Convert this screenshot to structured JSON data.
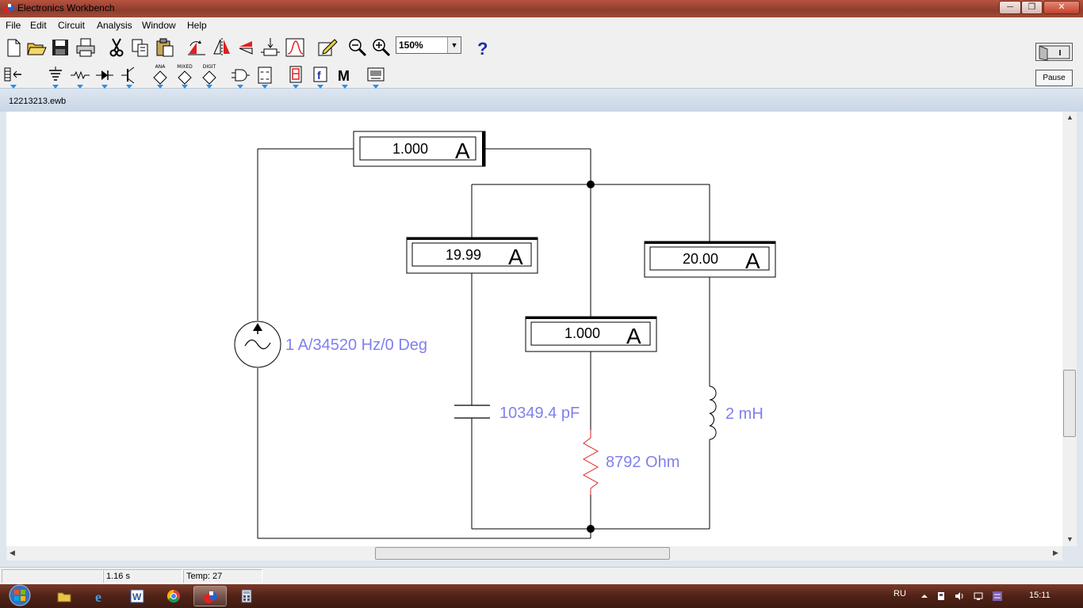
{
  "window": {
    "title": "Electronics Workbench"
  },
  "menu": [
    "File",
    "Edit",
    "Circuit",
    "Analysis",
    "Window",
    "Help"
  ],
  "toolbar": {
    "zoom_value": "150%",
    "help_label": "?",
    "pause_label": "Pause",
    "bin_labels": {
      "analog": "ANA",
      "mixed": "MIXED",
      "digital": "DIGIT",
      "misc": "M"
    }
  },
  "document": {
    "filename": "12213213.ewb"
  },
  "circuit": {
    "source_label": "1 A/34520 Hz/0 Deg",
    "capacitor_label": "10349.4 pF",
    "resistor_label": "8792  Ohm",
    "inductor_label": "2 mH",
    "ammeters": {
      "main": {
        "value": "1.000",
        "unit": "A"
      },
      "capacitor_branch": {
        "value": "19.99",
        "unit": "A"
      },
      "resistor_branch": {
        "value": "1.000",
        "unit": "A"
      },
      "inductor_branch": {
        "value": "20.00",
        "unit": "A"
      }
    }
  },
  "status": {
    "time": "1.16 s",
    "temp": "Temp:  27"
  },
  "taskbar": {
    "lang": "RU",
    "clock": "15:11"
  }
}
